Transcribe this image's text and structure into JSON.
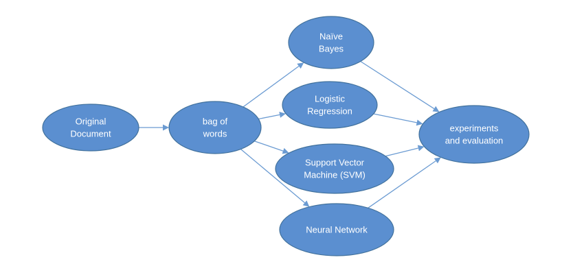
{
  "diagram": {
    "nodes": [
      {
        "id": "original",
        "lines": [
          "Original",
          "Document"
        ]
      },
      {
        "id": "bow",
        "lines": [
          "bag of",
          "words"
        ]
      },
      {
        "id": "nb",
        "lines": [
          "Naïve",
          "Bayes"
        ]
      },
      {
        "id": "lr",
        "lines": [
          "Logistic",
          "Regression"
        ]
      },
      {
        "id": "svm",
        "lines": [
          "Support Vector",
          "Machine (SVM)"
        ]
      },
      {
        "id": "nn",
        "lines": [
          "Neural Network"
        ]
      },
      {
        "id": "eval",
        "lines": [
          "experiments",
          "and evaluation"
        ]
      }
    ],
    "edges": [
      {
        "from": "original",
        "to": "bow"
      },
      {
        "from": "bow",
        "to": "nb"
      },
      {
        "from": "bow",
        "to": "lr"
      },
      {
        "from": "bow",
        "to": "svm"
      },
      {
        "from": "bow",
        "to": "nn"
      },
      {
        "from": "nb",
        "to": "eval"
      },
      {
        "from": "lr",
        "to": "eval"
      },
      {
        "from": "svm",
        "to": "eval"
      },
      {
        "from": "nn",
        "to": "eval"
      }
    ],
    "colors": {
      "node_fill": "#5b8fd0",
      "node_stroke": "#41719c",
      "edge": "#6b9bd2",
      "label": "#ffffff"
    }
  }
}
